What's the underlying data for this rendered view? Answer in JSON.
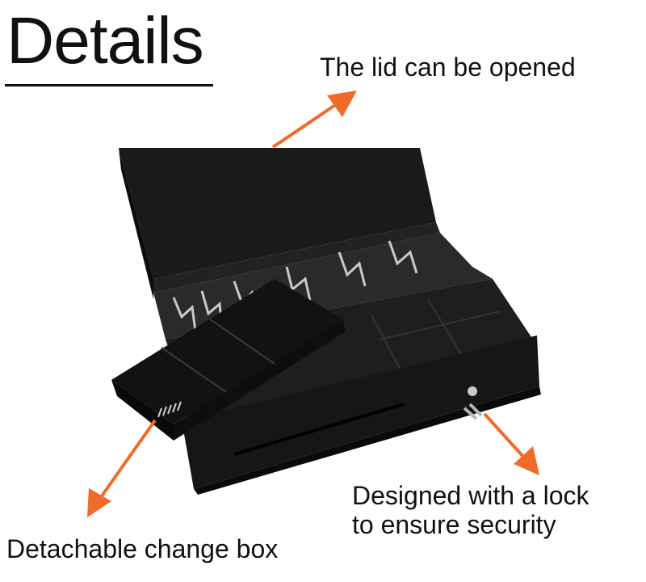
{
  "header": {
    "title": "Details"
  },
  "captions": {
    "lid": "The lid can be opened",
    "lock_line1": "Designed with a lock",
    "lock_line2": "to ensure security",
    "change_box": "Detachable change box"
  },
  "colors": {
    "arrow": "#f06a2a",
    "drawer": "#141414",
    "clip_metal": "#c9c9c9"
  },
  "icons": [
    "arrow-up-right-icon",
    "arrow-down-right-icon",
    "arrow-down-left-icon"
  ]
}
